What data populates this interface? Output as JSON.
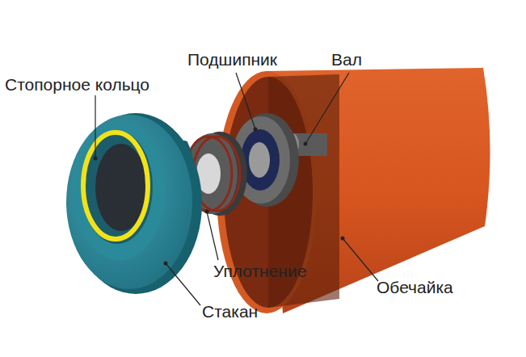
{
  "diagram": {
    "labels": [
      "Подшипник",
      "Вал",
      "Стопорное кольцо",
      "Уплотнение",
      "Обечайка",
      "Стакан"
    ]
  }
}
